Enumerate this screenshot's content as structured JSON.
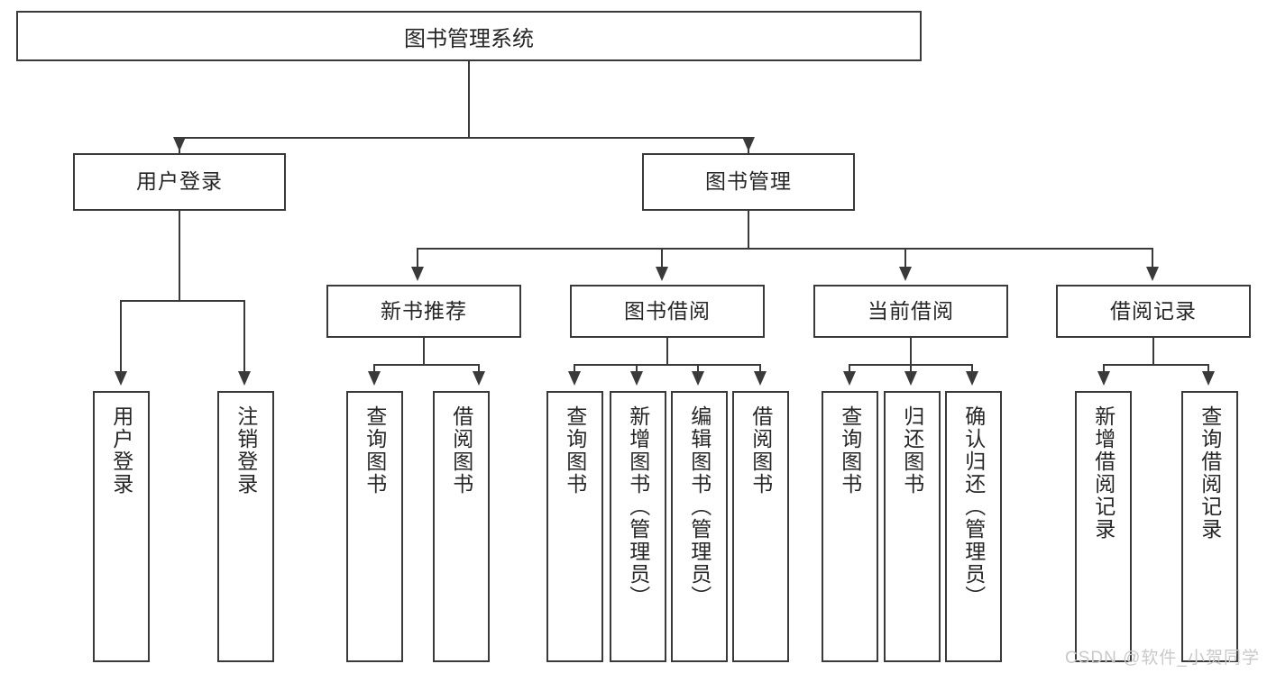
{
  "diagram": {
    "title": "图书管理系统",
    "watermark": "CSDN @软件_小贺同学",
    "root": {
      "label": "图书管理系统"
    },
    "level2": [
      {
        "label": "用户登录"
      },
      {
        "label": "图书管理"
      }
    ],
    "level3": [
      {
        "label": "新书推荐"
      },
      {
        "label": "图书借阅"
      },
      {
        "label": "当前借阅"
      },
      {
        "label": "借阅记录"
      }
    ],
    "leaves": [
      {
        "label": "用户登录"
      },
      {
        "label": "注销登录"
      },
      {
        "label": "查询图书"
      },
      {
        "label": "借阅图书"
      },
      {
        "label": "查询图书"
      },
      {
        "label": "新增图书（管理员）"
      },
      {
        "label": "编辑图书（管理员）"
      },
      {
        "label": "借阅图书"
      },
      {
        "label": "查询图书"
      },
      {
        "label": "归还图书"
      },
      {
        "label": "确认归还（管理员）"
      },
      {
        "label": "新增借阅记录"
      },
      {
        "label": "查询借阅记录"
      }
    ],
    "colors": {
      "stroke": "#3a3a3a",
      "fill": "#ffffff",
      "text": "#262626",
      "watermark": "#c9c9c9"
    }
  }
}
